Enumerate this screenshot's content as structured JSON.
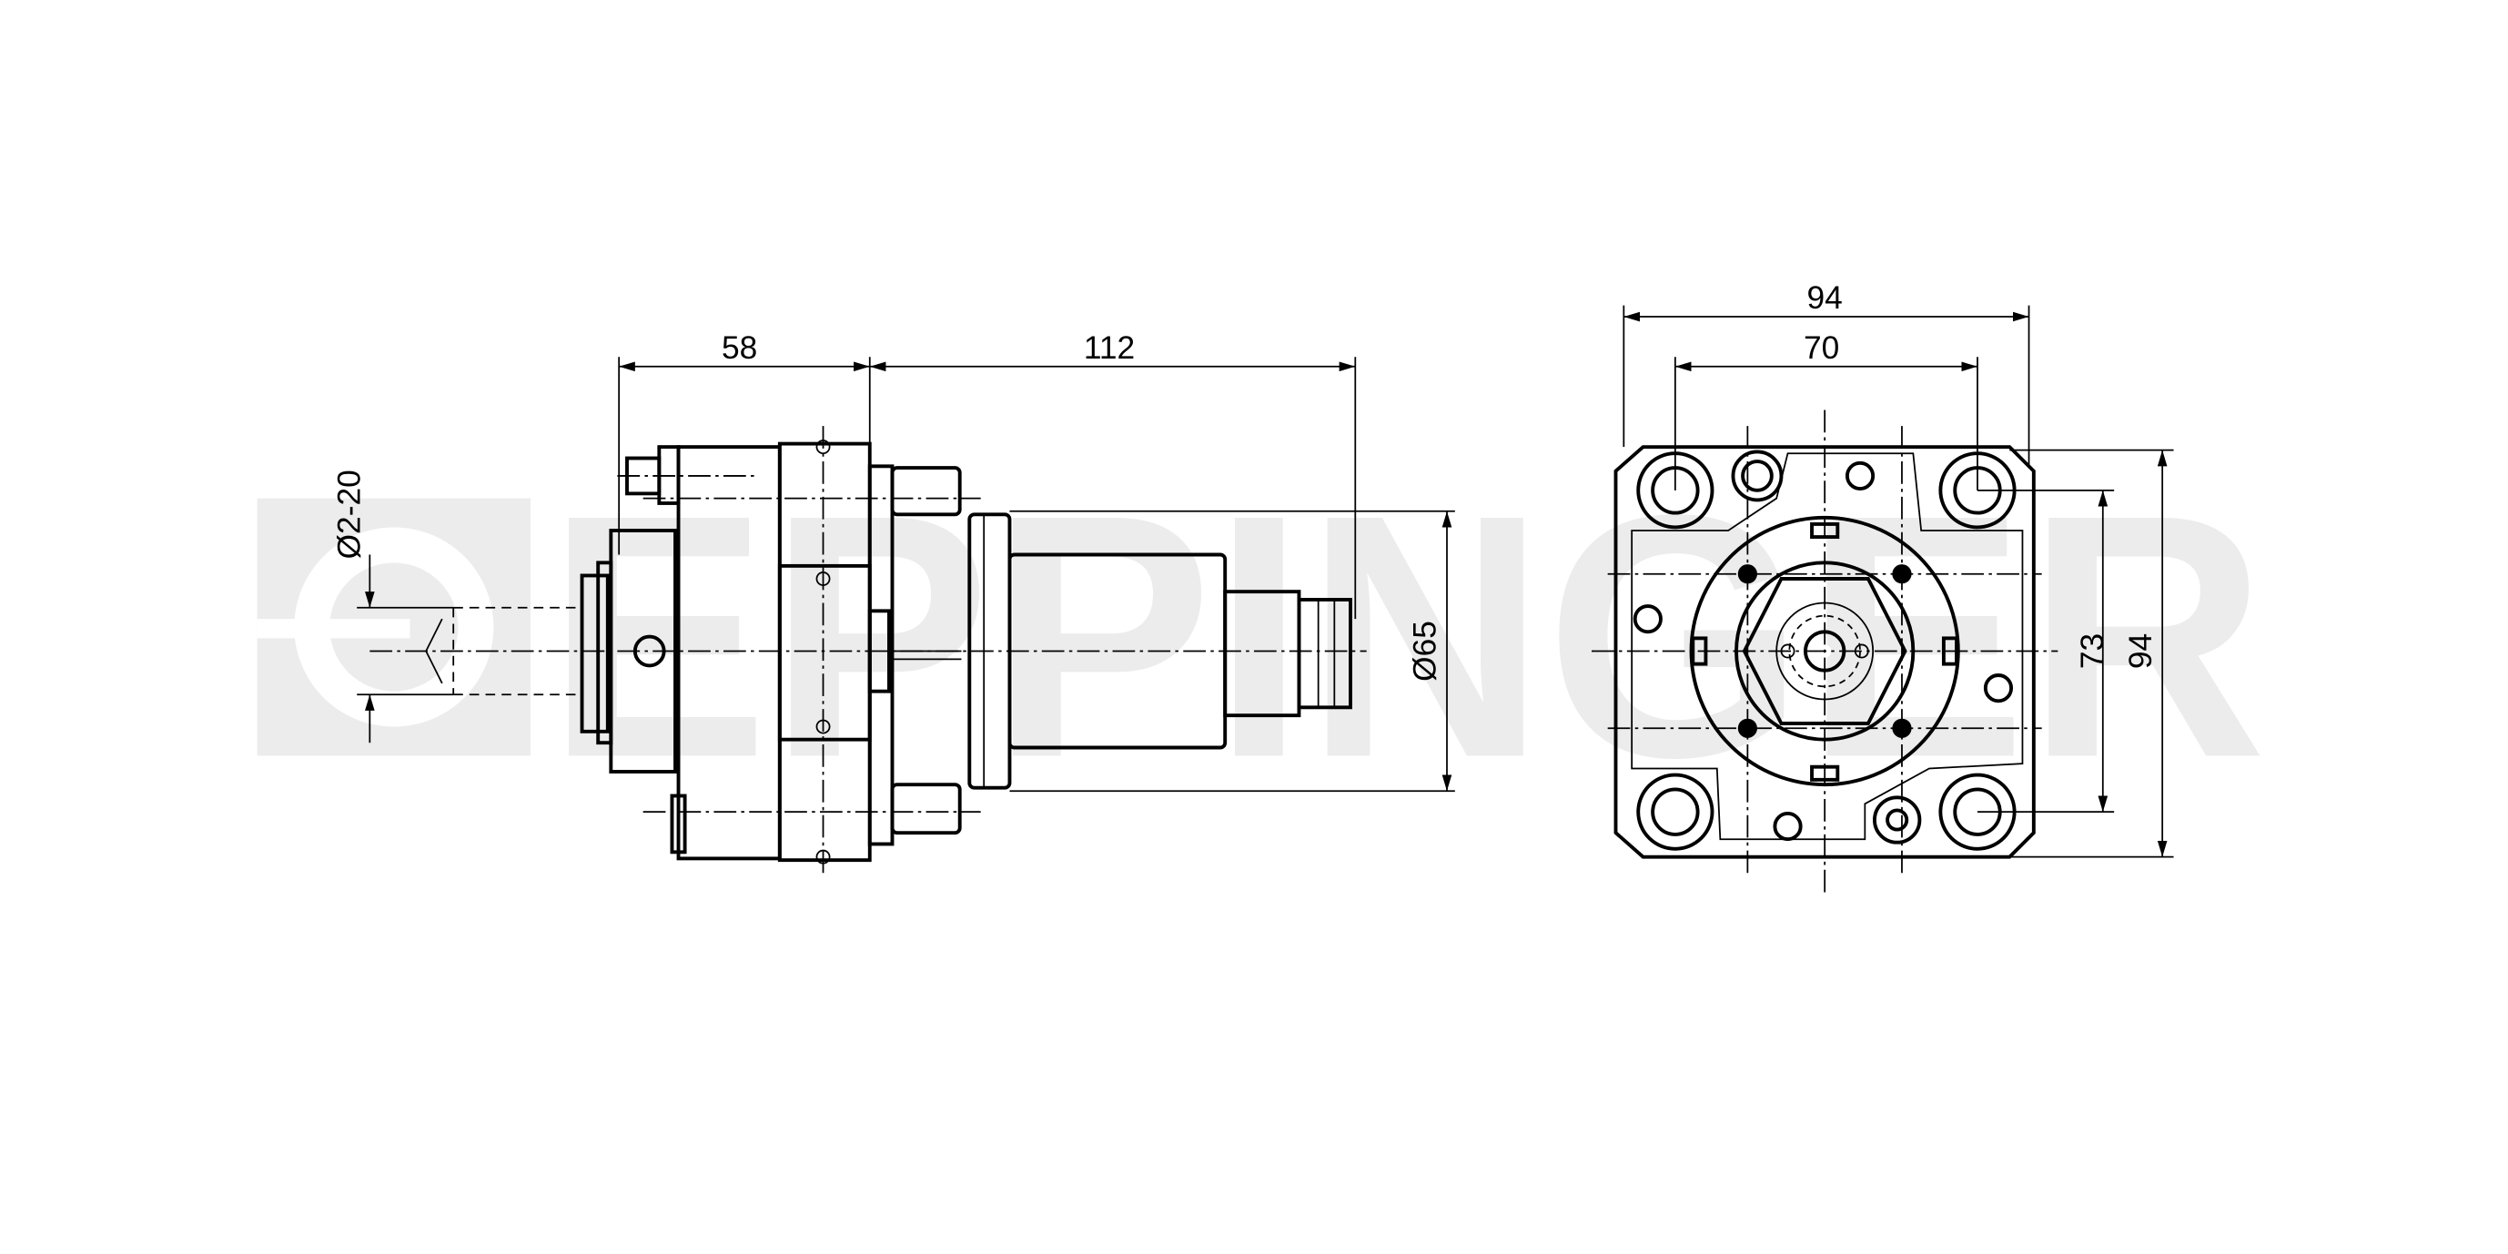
{
  "watermark": {
    "text": "EPPINGER",
    "color": "#ececec"
  },
  "side_view": {
    "dim_length_front": "58",
    "dim_length_rear": "112",
    "dim_diameter_body": "Ø65",
    "dim_clamping_range": "Ø2-20"
  },
  "front_view": {
    "dim_width_outer": "94",
    "dim_width_bolt": "70",
    "dim_height_bolt": "73",
    "dim_height_outer": "94"
  }
}
